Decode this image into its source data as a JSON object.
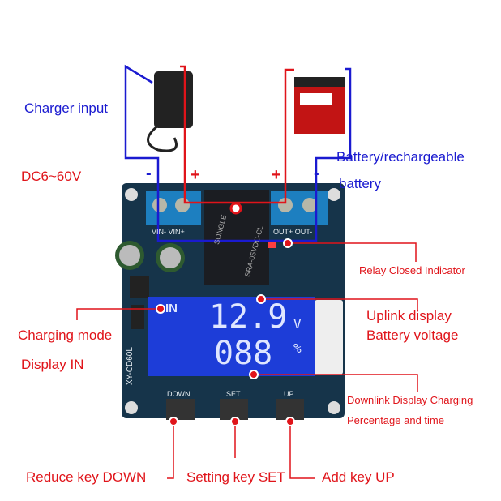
{
  "labels": {
    "charger_input": "Charger input",
    "dc_range": "DC6~60V",
    "minus_in": "-",
    "plus_in": "+",
    "plus_out": "+",
    "minus_out": "-",
    "battery_line1": "Battery/rechargeable",
    "battery_line2": "battery",
    "relay_indicator": "Relay Closed Indicator",
    "uplink_line1": "Uplink display",
    "uplink_line2": "Battery voltage",
    "charging_mode_line1": "Charging mode",
    "charging_mode_line2": "Display IN",
    "downlink_line1": "Downlink Display Charging",
    "downlink_line2": "Percentage and time",
    "reduce_key": "Reduce key DOWN",
    "setting_key": "Setting key SET",
    "add_key": "Add key UP"
  },
  "board": {
    "model": "XY-CD60L",
    "terminal_in": "VIN- VIN+",
    "terminal_out": "OUT+ OUT-",
    "relay_text": "SRA-05VDC-CL",
    "relay_brand": "SONGLE",
    "button_down": "DOWN",
    "button_set": "SET",
    "button_up": "UP"
  },
  "lcd": {
    "mode": "IN",
    "voltage": "12.9",
    "voltage_unit": "V",
    "percent": "088",
    "percent_unit": "%"
  },
  "colors": {
    "wire_blue": "#1a1ad0",
    "wire_red": "#e0141a",
    "pcb": "#16344a",
    "lcd": "#1d3dd8"
  }
}
